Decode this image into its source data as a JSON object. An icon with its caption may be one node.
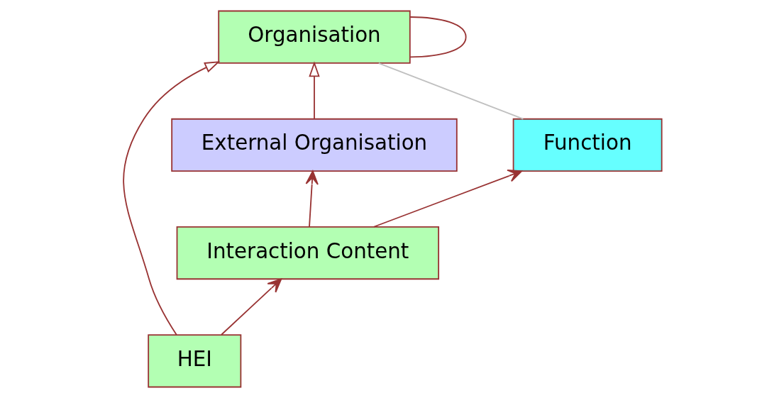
{
  "diagram": {
    "nodes": [
      {
        "text": [
          "Organisation"
        ]
      },
      {
        "text": [
          "HEI"
        ]
      },
      {
        "text": [
          "External Organisation"
        ]
      },
      {
        "text": [
          "Function"
        ]
      },
      {
        "text": [
          "Interaction Content"
        ]
      }
    ],
    "edges": [
      {
        "from": 0,
        "to": 0,
        "arrow": "none"
      },
      {
        "from": 1,
        "to": 0,
        "arrow": "to"
      },
      {
        "from": 2,
        "to": 0,
        "arrow": "to"
      },
      {
        "from": 3,
        "to": 0,
        "arrow": "none",
        "color": "#c0c0c0"
      },
      {
        "from": 1,
        "to": 4,
        "arrow": "to"
      },
      {
        "from": 4,
        "to": 2,
        "arrow": "to"
      },
      {
        "from": 4,
        "to": 3,
        "arrow": "to"
      }
    ]
  }
}
